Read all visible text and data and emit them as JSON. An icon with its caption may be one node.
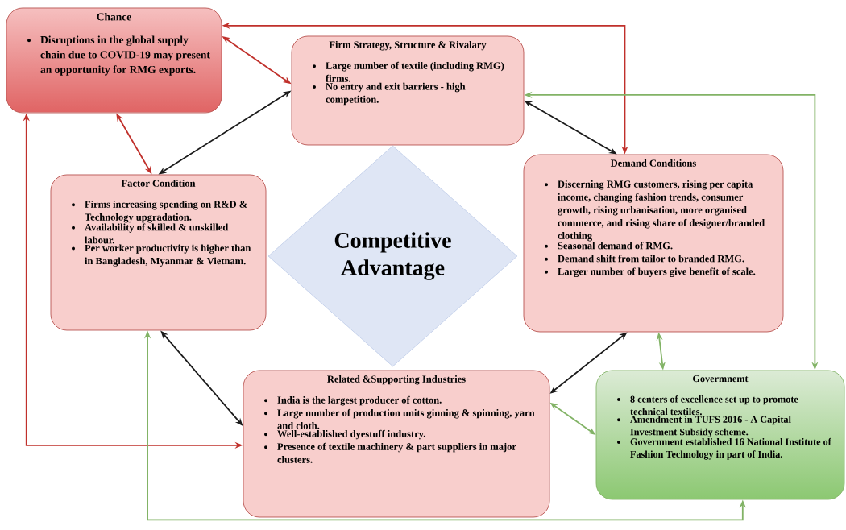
{
  "diagram": {
    "nodes": [
      {
        "text": [
          "Chance",
          "Disruptions in the global supply chain due to COVID-19 may present an opportunity for RMG exports."
        ]
      },
      {
        "text": [
          "Firm Strategy, Structure & Rivalary",
          "Large number of textile (including RMG) firms.",
          "No entry and exit barriers - high competition."
        ]
      },
      {
        "text": [
          "Factor Condition",
          "Firms increasing spending on R&D & Technology upgradation.",
          "Availability of skilled & unskilled labour.",
          "Per worker productivity is higher than in Bangladesh, Myanmar & Vietnam."
        ]
      },
      {
        "text": [
          "Competitive Advantage"
        ]
      },
      {
        "text": [
          "Demand Conditions",
          "Discerning RMG customers, rising per capita income, changing fashion trends, consumer growth, rising urbanisation, more organised commerce, and rising share of designer/branded clothing",
          "Seasonal demand of RMG.",
          "Demand shift from tailor to branded RMG.",
          "Larger number of buyers give benefit of scale."
        ]
      },
      {
        "text": [
          "Related &Supporting Industries",
          "India is the largest producer of cotton.",
          "Large number of production units ginning & spinning, yarn and cloth.",
          "Well-established dyestuff industry.",
          "Presence of textile machinery & part suppliers in major clusters."
        ]
      },
      {
        "text": [
          "Govermnemt",
          "8 centers of excellence set up to promote technical textiles.",
          "Amendment in TUFS 2016  - A Capital Investment Subsidy scheme.",
          "Government established  16 National Institute of Fashion Technology in part of India."
        ]
      }
    ],
    "edges": [
      {
        "from": 0,
        "to": 1,
        "arrow": "both",
        "color": "#c0302b"
      },
      {
        "from": 0,
        "to": 2,
        "arrow": "both",
        "color": "#c0302b"
      },
      {
        "from": 2,
        "to": 1,
        "arrow": "both",
        "color": "#1a1a1a"
      },
      {
        "from": 1,
        "to": 4,
        "arrow": "both",
        "color": "#1a1a1a"
      },
      {
        "from": 4,
        "to": 0,
        "arrow": "both",
        "color": "#c0302b"
      },
      {
        "from": 5,
        "to": 0,
        "arrow": "both",
        "color": "#c0302b"
      },
      {
        "from": 6,
        "to": 1,
        "arrow": "both",
        "color": "#82b366"
      },
      {
        "from": 4,
        "to": 6,
        "arrow": "both",
        "color": "#82b366"
      },
      {
        "from": 5,
        "to": 6,
        "arrow": "both",
        "color": "#82b366"
      },
      {
        "from": 2,
        "to": 5,
        "arrow": "both",
        "color": "#1a1a1a"
      },
      {
        "from": 4,
        "to": 5,
        "arrow": "both",
        "color": "#1a1a1a"
      },
      {
        "from": 6,
        "to": 2,
        "arrow": "both",
        "color": "#82b366"
      }
    ]
  }
}
